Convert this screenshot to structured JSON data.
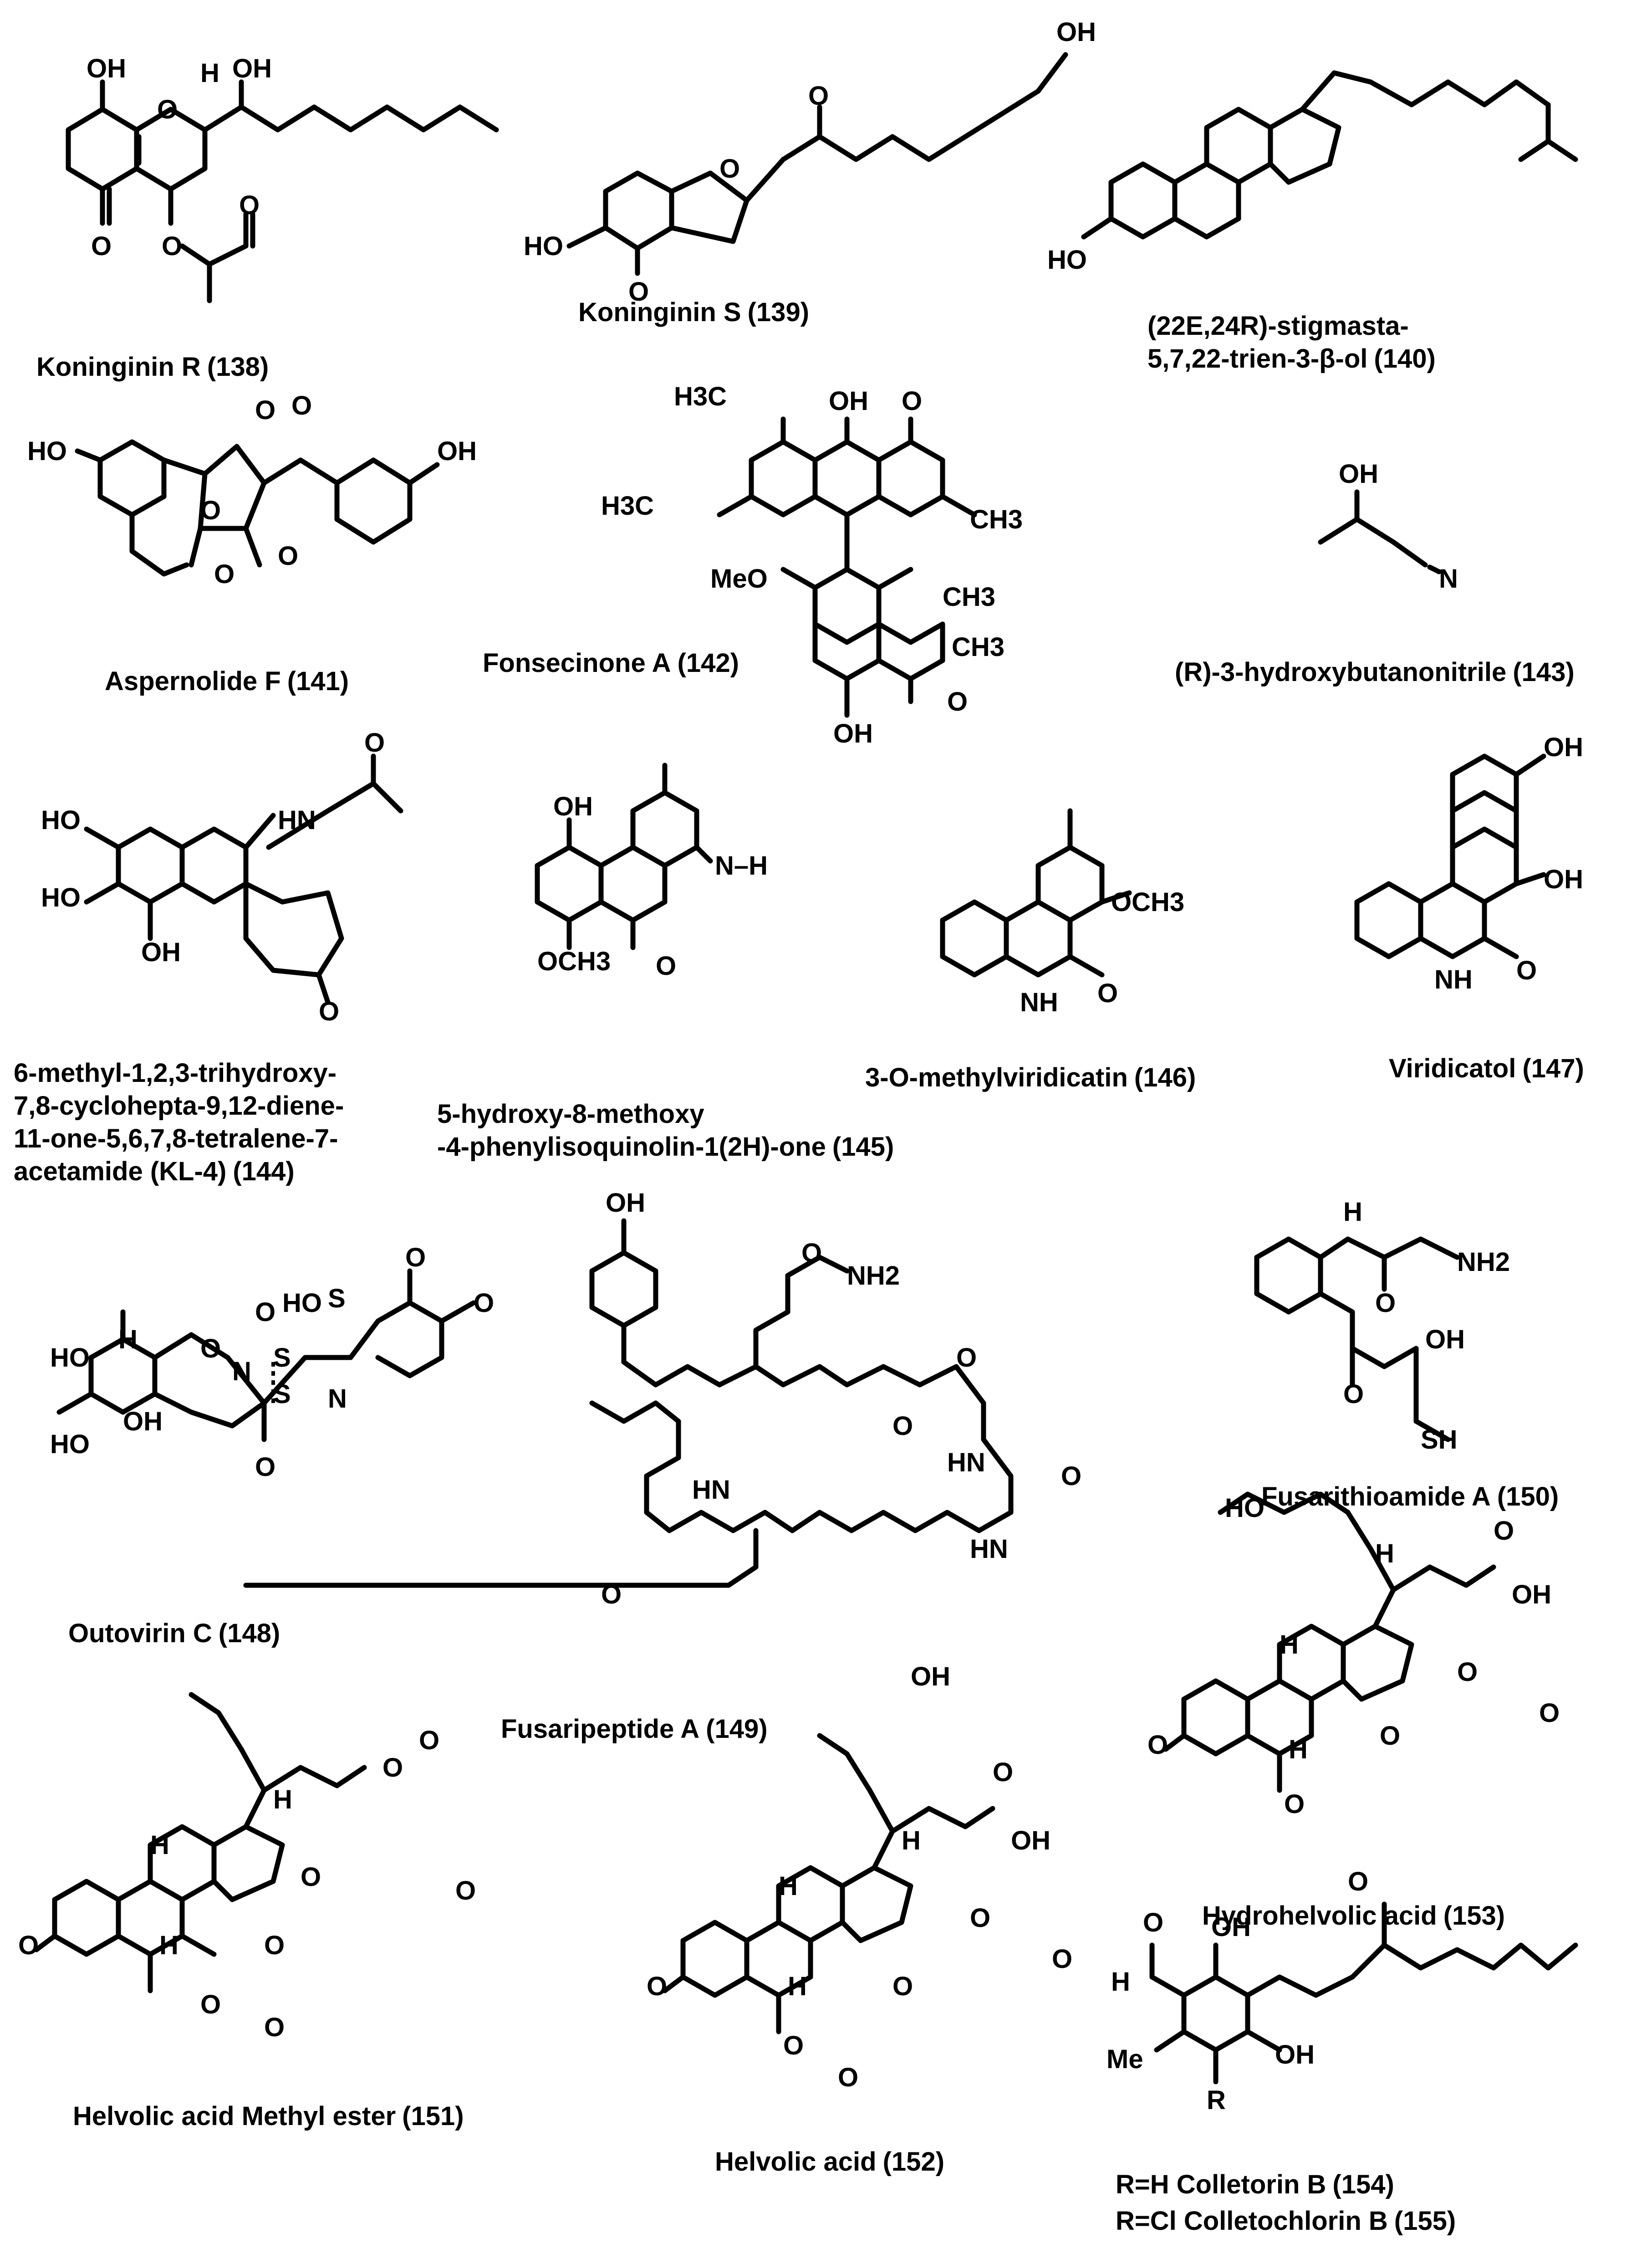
{
  "figure": {
    "compounds": [
      {
        "name": "Koninginin R",
        "number": "(138)"
      },
      {
        "name": "Koninginin S",
        "number": "(139)"
      },
      {
        "name": "(22E,24R)-stigmasta-",
        "name2": "5,7,22-trien-3-β-ol",
        "number": "(140)"
      },
      {
        "name": "Aspernolide F",
        "number": "(141)"
      },
      {
        "name": "Fonsecinone A",
        "number": "(142)"
      },
      {
        "name": "(R)-3-hydroxybutanonitrile",
        "number": "(143)"
      },
      {
        "name": "6-methyl-1,2,3-trihydroxy-",
        "name2": "7,8-cyclohepta-9,12-diene-",
        "name3": "11-one-5,6,7,8-tetralene-7-",
        "name4": "acetamide (KL-4)",
        "number": "(144)"
      },
      {
        "name": "5-hydroxy-8-methoxy",
        "name2": "-4-phenylisoquinolin-1(2H)-one",
        "number": "(145)"
      },
      {
        "name": "3-O-methylviridicatin",
        "number": "(146)"
      },
      {
        "name": "Viridicatol",
        "number": "(147)"
      },
      {
        "name": "Outovirin C",
        "number": "(148)"
      },
      {
        "name": "Fusaripeptide A",
        "number": "(149)"
      },
      {
        "name": "Fusarithioamide A",
        "number": "(150)"
      },
      {
        "name": "Helvolic acid Methyl ester",
        "number": "(151)"
      },
      {
        "name": "Helvolic acid",
        "number": "(152)"
      },
      {
        "name": "Hydrohelvolic acid",
        "number": "(153)"
      },
      {
        "name": "R=H Colletorin B",
        "number": "(154)"
      },
      {
        "name": "R=Cl Colletochlorin B",
        "number": "(155)"
      }
    ],
    "atom_labels": {
      "oh": "OH",
      "ho": "HO",
      "o": "O",
      "h": "H",
      "n": "N",
      "nh": "NH",
      "hn": "HN",
      "s": "S",
      "sh": "SH",
      "me": "Me",
      "meo": "MeO",
      "och3": "OCH3",
      "ch3": "CH3",
      "h3c": "H3C",
      "nh2": "NH2",
      "r": "R",
      "n_h": "N–H"
    }
  }
}
